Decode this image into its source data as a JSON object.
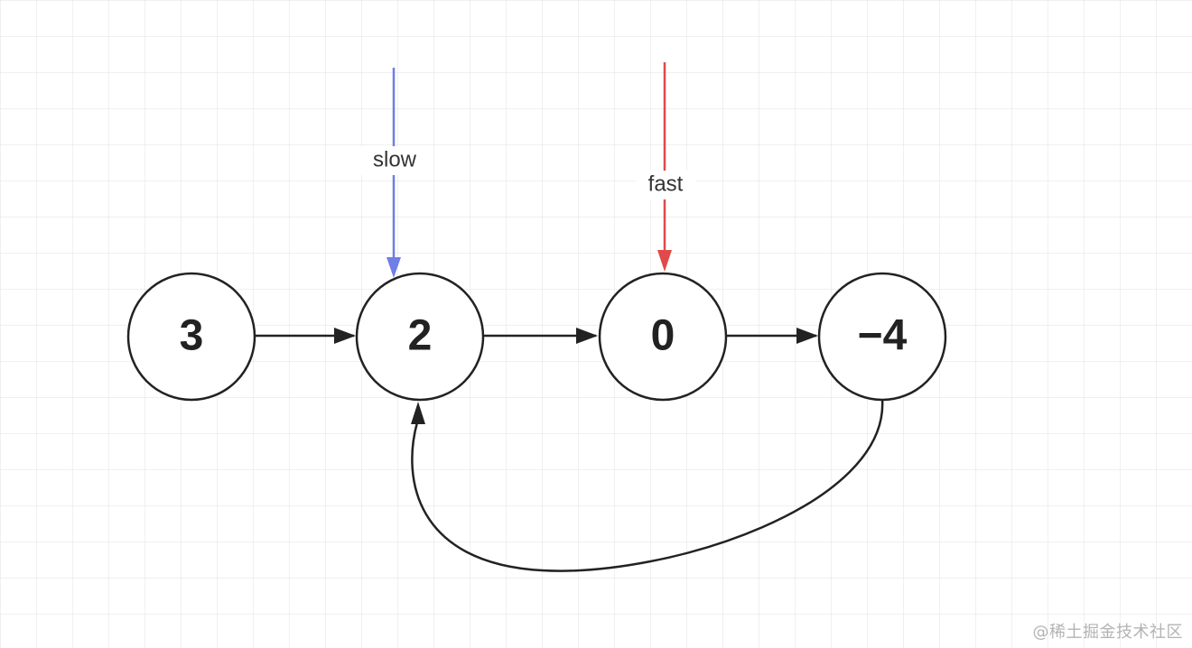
{
  "diagram": {
    "nodes": [
      {
        "id": "n0",
        "value": "3"
      },
      {
        "id": "n1",
        "value": "2"
      },
      {
        "id": "n2",
        "value": "0"
      },
      {
        "id": "n3",
        "value": "−4"
      }
    ],
    "edges": [
      {
        "from": "n0",
        "to": "n1"
      },
      {
        "from": "n1",
        "to": "n2"
      },
      {
        "from": "n2",
        "to": "n3"
      },
      {
        "from": "n3",
        "to": "n1",
        "kind": "cycle"
      }
    ],
    "pointers": [
      {
        "label": "slow",
        "target": "n1",
        "color": "#6f7fe6"
      },
      {
        "label": "fast",
        "target": "n2",
        "color": "#e04a4a"
      }
    ]
  },
  "colors": {
    "grid": "#e6e6e6",
    "node_stroke": "#222222",
    "edge": "#222222"
  },
  "watermark": "@稀土掘金技术社区"
}
